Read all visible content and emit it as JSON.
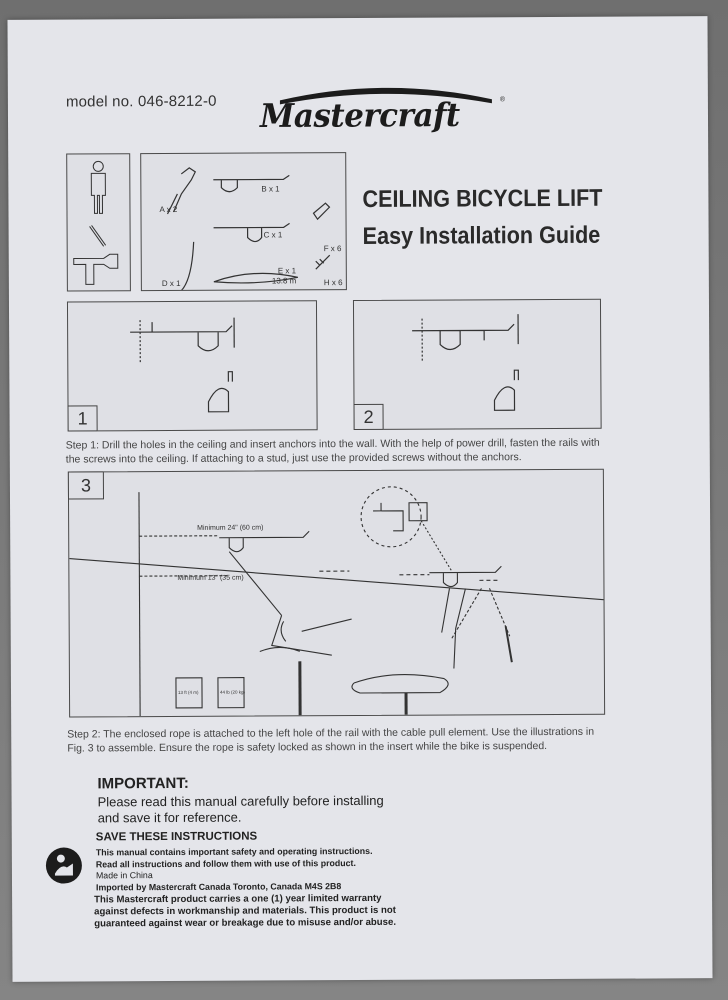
{
  "header": {
    "model": "model no. 046-8212-0",
    "brand": "Mastercraft"
  },
  "title": {
    "line1": "CEILING BICYCLE LIFT",
    "line2": "Easy Installation Guide"
  },
  "parts": [
    {
      "label": "A x 2"
    },
    {
      "label": "B x 1"
    },
    {
      "label": "C x 1"
    },
    {
      "label": "D x 1"
    },
    {
      "label": "E x 1"
    },
    {
      "label": "13.8 m"
    },
    {
      "label": "F x 6"
    },
    {
      "label": "H x 6"
    }
  ],
  "steps": {
    "n1": "1",
    "n2": "2",
    "n3": "3",
    "step1_text": "Step 1:  Drill the holes in the ceiling and insert anchors into the wall. With the help of power drill, fasten the rails with the screws into the ceiling. If attaching to a stud,  just use the provided screws without the anchors.",
    "step2_text": "Step 2:  The enclosed rope is attached to the left hole of the rail with the cable pull element. Use the illustrations in Fig. 3 to assemble. Ensure the rope is safety locked as shown in the insert while the bike is suspended."
  },
  "fig3": {
    "min24": "Minimum 24\" (60 cm)",
    "min13": "Minimum 13\" (35 cm)",
    "height": "13 ft (4 m)",
    "weight": "44 lb (20 kg)"
  },
  "important": {
    "heading": "IMPORTANT:",
    "body": "Please read this manual carefully before installing and save it for reference."
  },
  "save": {
    "heading": "SAVE THESE INSTRUCTIONS",
    "line1": "This manual contains important safety and operating instructions.",
    "line2": "Read all instructions and follow them with use of this product.",
    "line3": "Made in China",
    "line4": "Imported by Mastercraft Canada Toronto, Canada M4S 2B8"
  },
  "warranty": "This Mastercraft product carries a one (1) year limited warranty against defects in workmanship and materials. This product is not guaranteed against wear or breakage due to misuse and/or abuse."
}
